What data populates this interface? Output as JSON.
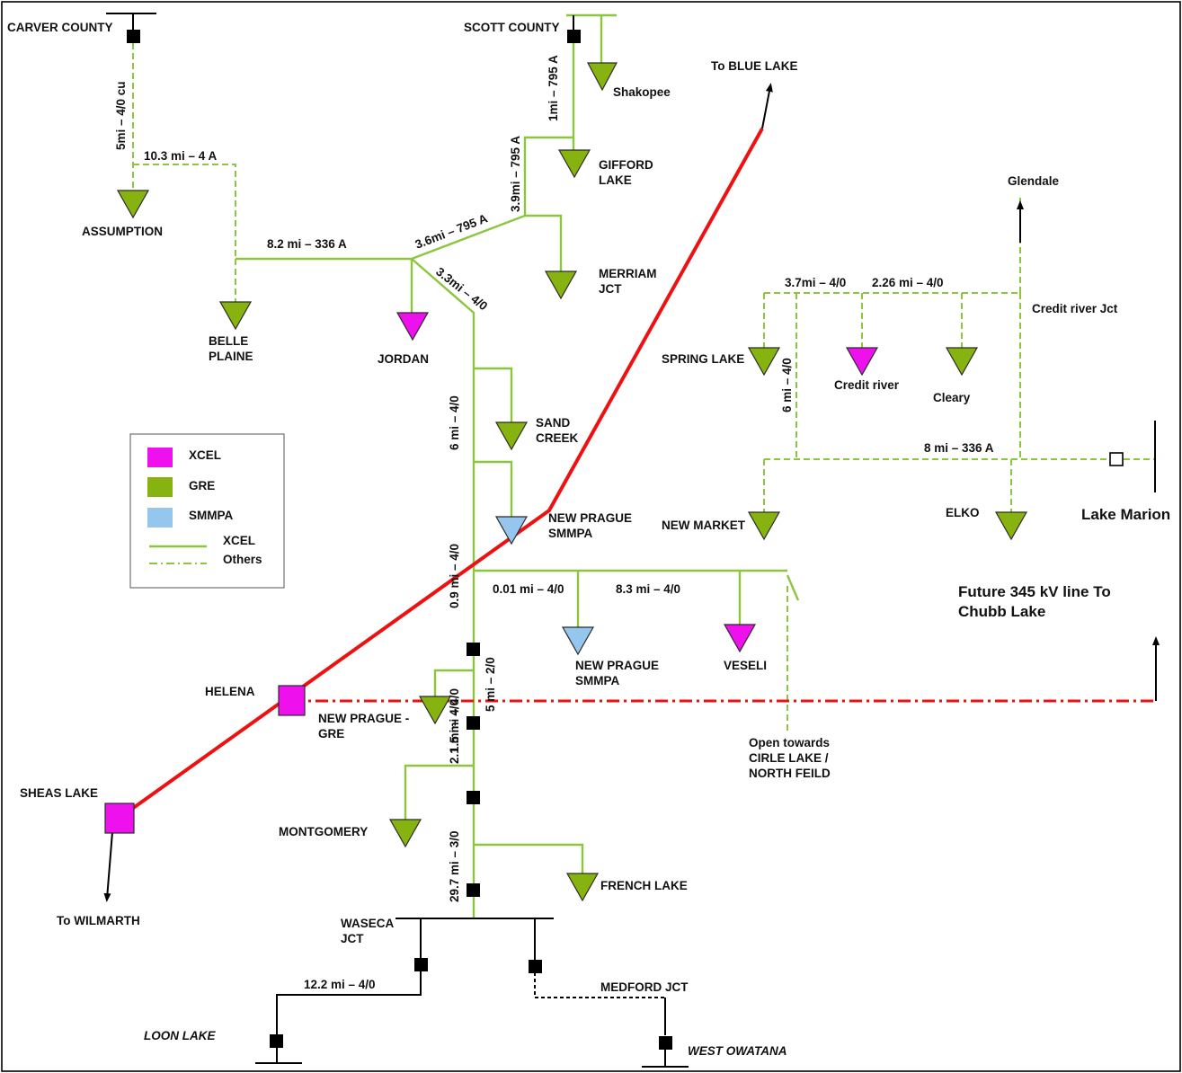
{
  "stations": {
    "carver_county": "CARVER COUNTY",
    "scott_county": "SCOTT COUNTY",
    "shakopee": "Shakopee",
    "to_blue_lake": "To BLUE LAKE",
    "gifford_lake_1": "GIFFORD",
    "gifford_lake_2": "LAKE",
    "assumption": "ASSUMPTION",
    "merriam_jct_1": "MERRIAM",
    "merriam_jct_2": "JCT",
    "belle_plaine_1": "BELLE",
    "belle_plaine_2": "PLAINE",
    "jordan": "JORDAN",
    "glendale": "Glendale",
    "credit_river_jct": "Credit river Jct",
    "spring_lake": "SPRING LAKE",
    "credit_river": "Credit river",
    "cleary": "Cleary",
    "sand_creek_1": "SAND",
    "sand_creek_2": "CREEK",
    "new_prague_smmpa_1_a": "NEW PRAGUE",
    "new_prague_smmpa_1_b": "SMMPA",
    "new_market": "NEW MARKET",
    "elko": "ELKO",
    "lake_marion": "Lake Marion",
    "future_line_1": "Future 345 kV line To",
    "future_line_2": "Chubb Lake",
    "new_prague_smmpa_2_a": "NEW PRAGUE",
    "new_prague_smmpa_2_b": "SMMPA",
    "veseli": "VESELI",
    "helena": "HELENA",
    "new_prague_gre_1": "NEW PRAGUE -",
    "new_prague_gre_2": "GRE",
    "open_towards_1": "Open towards",
    "open_towards_2": "CIRLE LAKE /",
    "open_towards_3": "NORTH FEILD",
    "sheas_lake": "SHEAS LAKE",
    "montgomery": "MONTGOMERY",
    "french_lake": "FRENCH LAKE",
    "to_wilmarth": "To WILMARTH",
    "waseca_jct_1": "WASECA",
    "waseca_jct_2": "JCT",
    "medford_jct": "MEDFORD JCT",
    "loon_lake": "LOON LAKE",
    "west_owatana": "WEST OWATANA"
  },
  "segments": {
    "carver_assumption": "5mi – 4/0 cu",
    "carver_belle": "10.3 mi – 4 A",
    "scott_gifford": "1mi – 795 A",
    "gifford_merriam": "3.9mi – 795 A",
    "merriam_jordan": "3.6mi – 795 A",
    "belle_jordan": "8.2 mi – 336 A",
    "jordan_south": "3.3mi – 4/0",
    "sand_creek_run": "6 mi – 4/0",
    "spring_credit": "3.7mi – 4/0",
    "credit_jct": "2.26 mi – 4/0",
    "spring_market": "6 mi – 4/0",
    "market_elko": "8 mi – 336 A",
    "np_tap": "0.9 mi – 4/0",
    "np_smmpa_tap": "0.01 mi – 4/0",
    "veseli_run": "8.3 mi – 4/0",
    "np_gre_tap": "5 mi – 2/0",
    "np_gre_run": "1.5 mi – 4/0",
    "montgomery_run": "2.1 mi – 4/0",
    "waseca_run": "29.7 mi – 3/0",
    "loon_run": "12.2 mi – 4/0"
  },
  "legend": {
    "xcel": "XCEL",
    "gre": "GRE",
    "smmpa": "SMMPA",
    "line_xcel": "XCEL",
    "line_others": "Others"
  },
  "colors": {
    "xcel": "#ee11ee",
    "gre": "#86b310",
    "smmpa": "#94c6ee",
    "line_green": "#8cc63f",
    "line_red": "#ee1111"
  }
}
